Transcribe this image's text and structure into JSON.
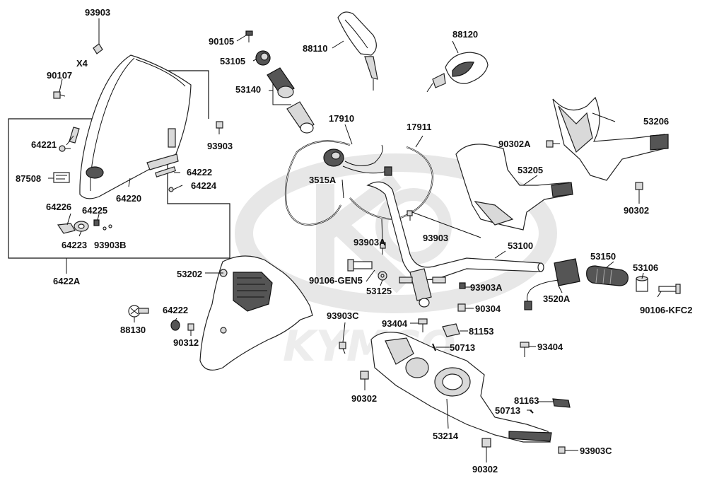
{
  "labels": {
    "l93903_top": "93903",
    "lx4": "X4",
    "l90107": "90107",
    "l90105": "90105",
    "l88110": "88110",
    "l88120": "88120",
    "l53105": "53105",
    "l53140": "53140",
    "l93903_mid": "93903",
    "l64221": "64221",
    "l64222_a": "64222",
    "l64224": "64224",
    "l64220": "64220",
    "l87508": "87508",
    "l64226": "64226",
    "l64225": "64225",
    "l64223": "64223",
    "l93903b": "93903B",
    "l6422a": "6422A",
    "l17910": "17910",
    "l17911": "17911",
    "l3515a": "3515A",
    "l90302a": "90302A",
    "l53206": "53206",
    "l53205": "53205",
    "l90302_r": "90302",
    "l93903_c": "93903",
    "l93903a": "93903A",
    "l53100": "53100",
    "l53150": "53150",
    "l53106": "53106",
    "l53202": "53202",
    "l90106gen5": "90106-GEN5",
    "l53125": "53125",
    "l93903a_2": "93903A",
    "l3520a": "3520A",
    "l90106kfc2": "90106-KFC2",
    "l90304": "90304",
    "l64222_b": "64222",
    "l88130": "88130",
    "l90312": "90312",
    "l93903c_a": "93903C",
    "l93404_a": "93404",
    "l81153": "81153",
    "l50713_a": "50713",
    "l93404_b": "93404",
    "l90302_b": "90302",
    "l81163": "81163",
    "l50713_b": "50713",
    "l53214": "53214",
    "l93903c_b": "93903C",
    "l90302_c": "90302"
  },
  "watermark": {
    "logo_letters": "KYMCO"
  },
  "colors": {
    "line": "#111111",
    "part_fill": "#d9d9d9",
    "dark_fill": "#555555",
    "watermark": "#e7e7e7"
  }
}
